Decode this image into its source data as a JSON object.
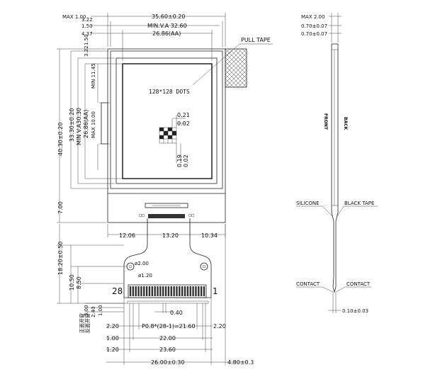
{
  "front_view": {
    "top_dims": {
      "max_1_00": "MAX 1.00",
      "d_1_50": "1.50",
      "d_3_22": "3.22",
      "d_4_37": "4.37",
      "width_outline": "35.60±0.20",
      "width_va": "MIN.V.A 32.60",
      "width_aa": "26.86(AA)"
    },
    "pull_tape": "PULL TAPE",
    "dots_label": "128*128 DOTS",
    "pixel_dims": {
      "d_0_21": "0.21",
      "d_0_02": "0.02",
      "d_0_19": "0.19",
      "d_0_02b": "0.02"
    },
    "left_dims": {
      "d_1_50": "1.50",
      "d_3_22": "3.22",
      "min_11_45": "MIN 11.45",
      "max_10_00": "MAX 10.00",
      "aa_26_86": "26.86(AA)",
      "va_30_30": "MIN V.A30.30",
      "outline_33_30": "33.30±0.20",
      "total_40_30": "40.30±0.20",
      "d_7_00": "7.00"
    },
    "bottom_dims": {
      "d_12_06": "12.06",
      "d_13_20": "13.20",
      "d_10_34": "10.34"
    }
  },
  "fpc": {
    "hole_d_2_00": "ø2.00",
    "hole_d_1_20": "ø1.20",
    "pin_28": "28",
    "pin_1": "1",
    "left_dims": {
      "d_18_20": "18.20±0.50",
      "d_10_50": "10.50",
      "d_8_50": "8.50"
    },
    "stiffener_dims": {
      "d_3_00": "3.00",
      "d_2_40": "2.40",
      "d_1_00": "1.00"
    },
    "chinese_label_1": "正面开窗",
    "chinese_label_2": "反面开窗",
    "bottom_dims": {
      "d_0_40": "0.40",
      "d_2_20a": "2.20",
      "pitch": "P0.8*(28-1)=21.60",
      "d_2_20b": "2.20",
      "d_22_00": "22.00",
      "d_1_00": "1.00",
      "d_1_20": "1.20",
      "d_23_60": "23.60",
      "d_26_00": "26.00±0.30",
      "d_4_80": "4.80±0.3"
    }
  },
  "side_view": {
    "max_2_00": "MAX 2.00",
    "d_0_70a": "0.70±0.07",
    "d_0_70b": "0.70±0.07",
    "front": "FRONT",
    "back": "BACK",
    "silicone": "SILICONE",
    "black_tape": "BLACK TAPE",
    "contact_left": "CONTACT",
    "contact_right": "CONTACT",
    "d_0_10": "0.10±0.03"
  }
}
